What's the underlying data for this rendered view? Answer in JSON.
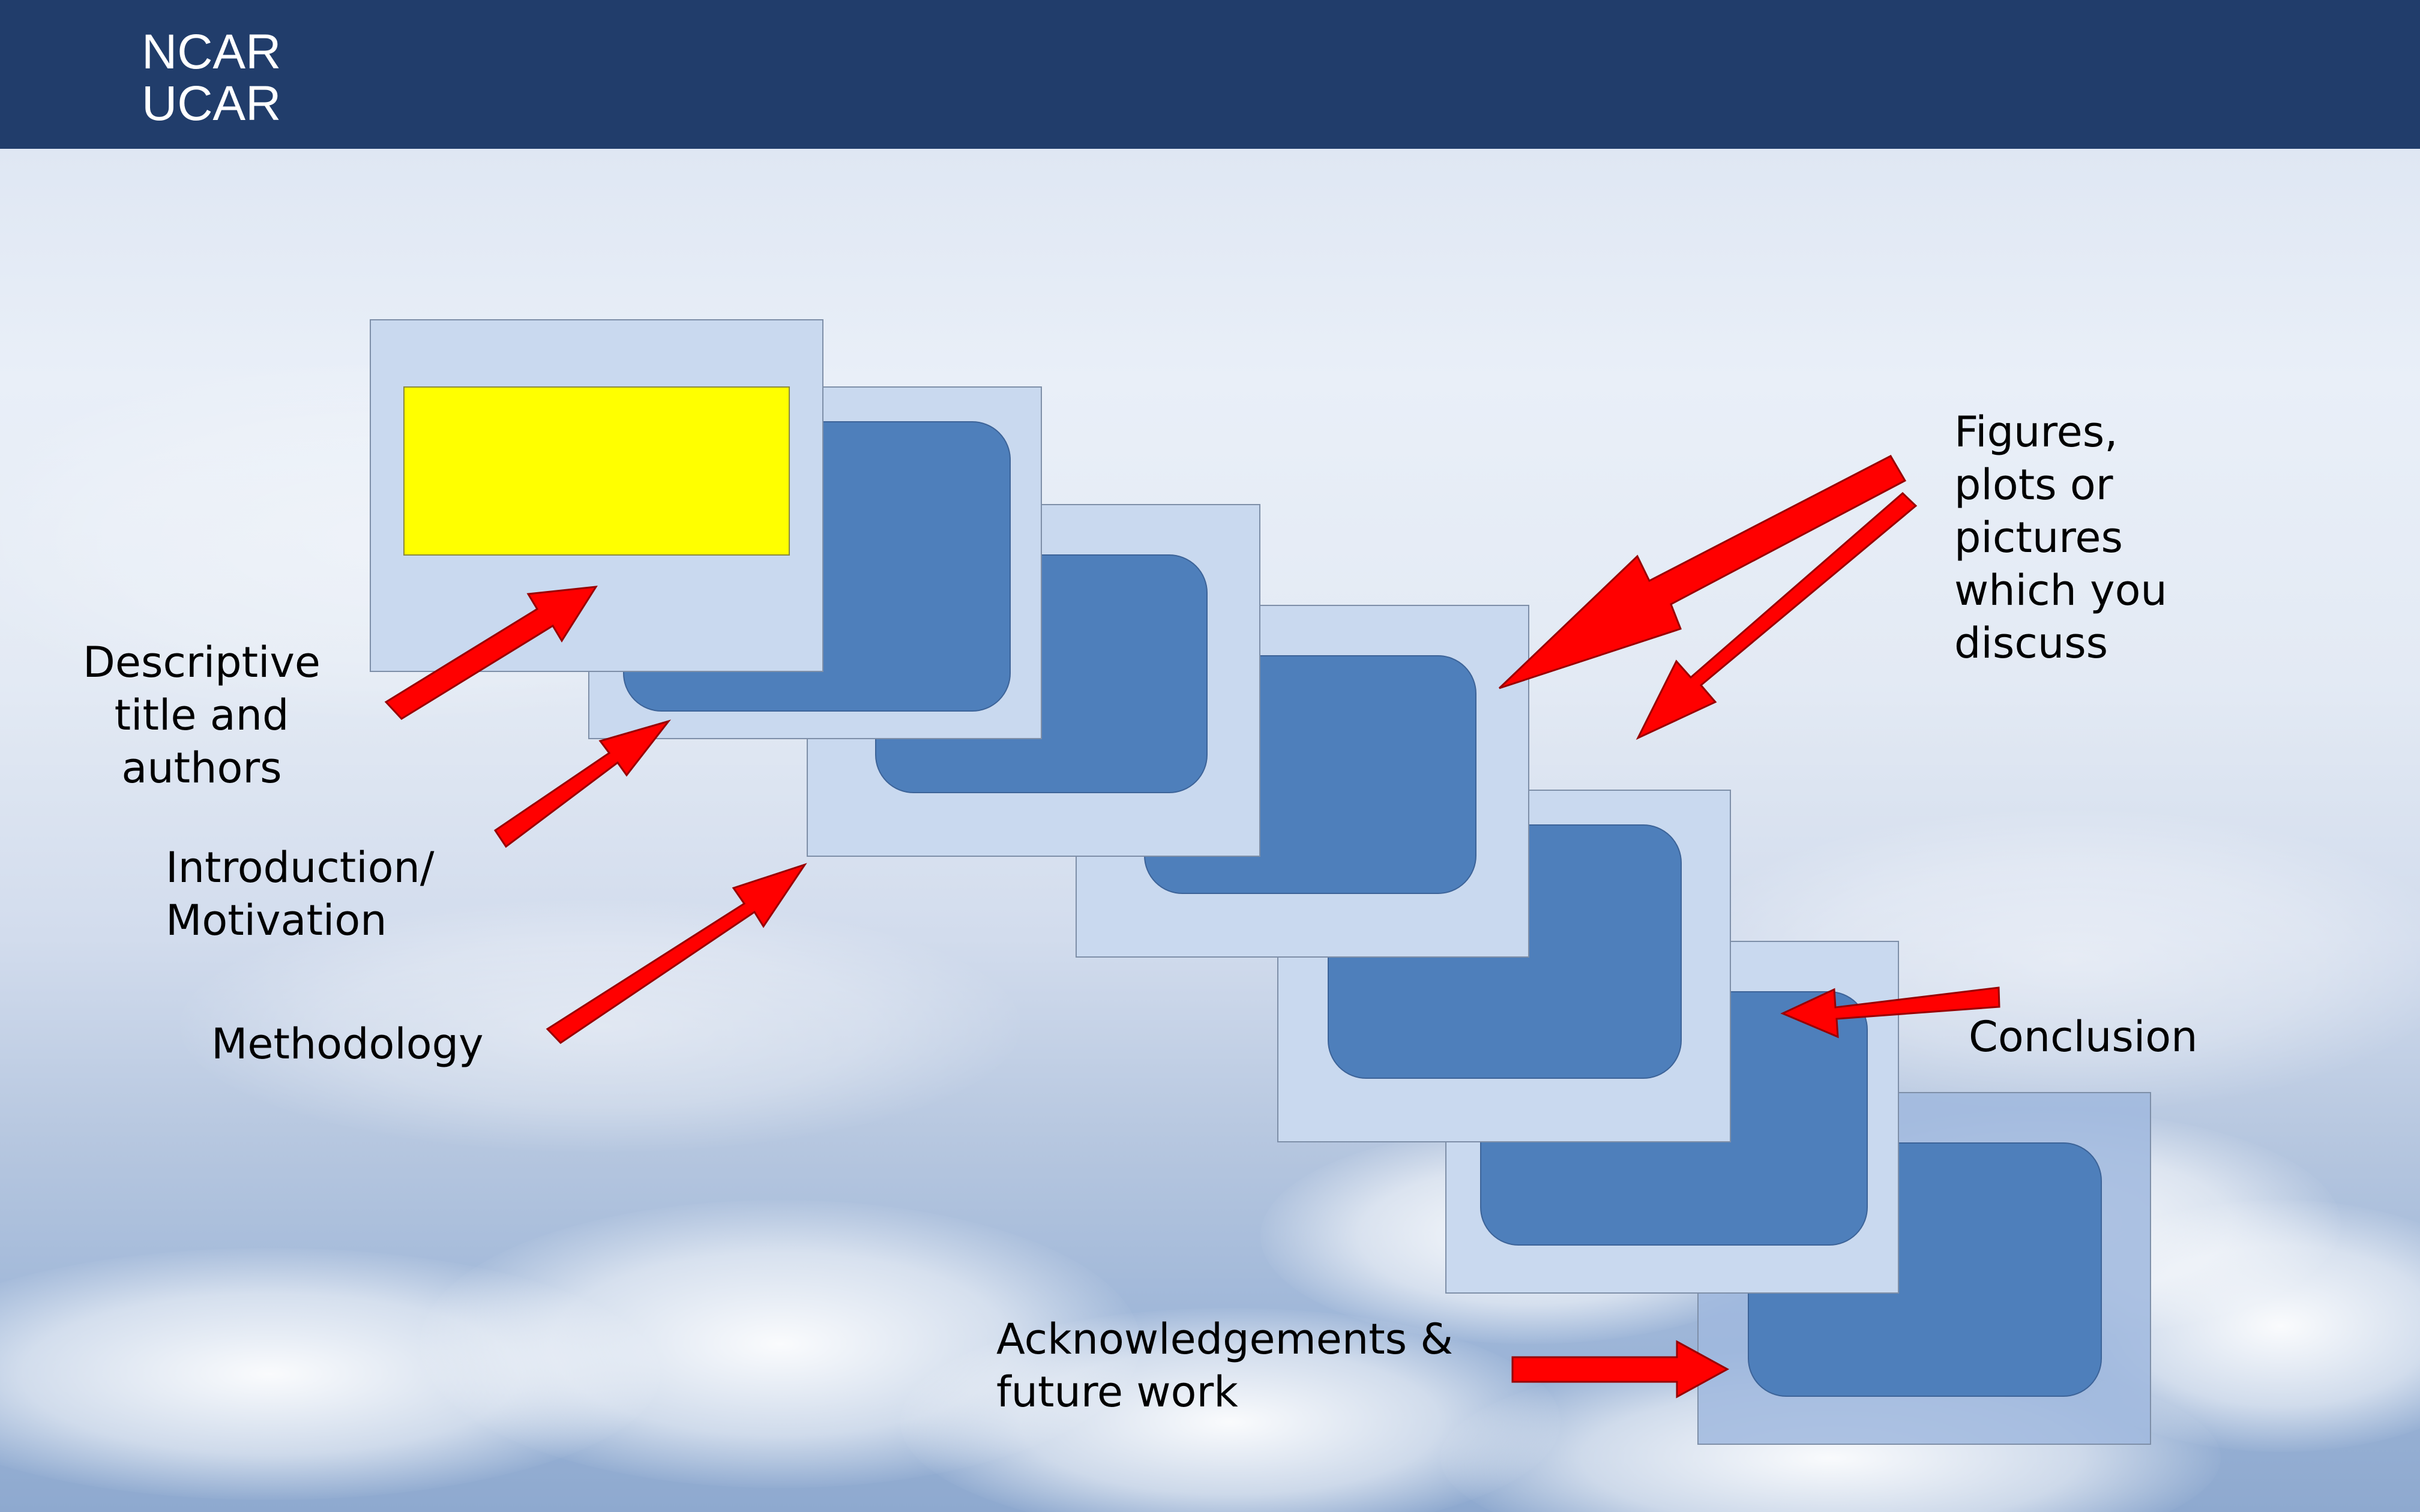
{
  "header": {
    "logo_line1": "NCAR",
    "logo_line2": "UCAR",
    "bar_color": "#213d6b"
  },
  "labels": {
    "descriptive": [
      "Descriptive",
      "title and",
      "authors"
    ],
    "introduction": [
      "Introduction/",
      "Motivation"
    ],
    "methodology": "Methodology",
    "figures": [
      "Figures,",
      "plots or",
      "pictures",
      "which you",
      "discuss"
    ],
    "conclusion": "Conclusion",
    "acknowledgements": [
      "Acknowledgements &",
      "future work"
    ]
  },
  "colors": {
    "arrow": "#ff0000",
    "panel": "#c9d9ef",
    "inner": "#4e7fbb",
    "title_box": "#ffff00"
  }
}
